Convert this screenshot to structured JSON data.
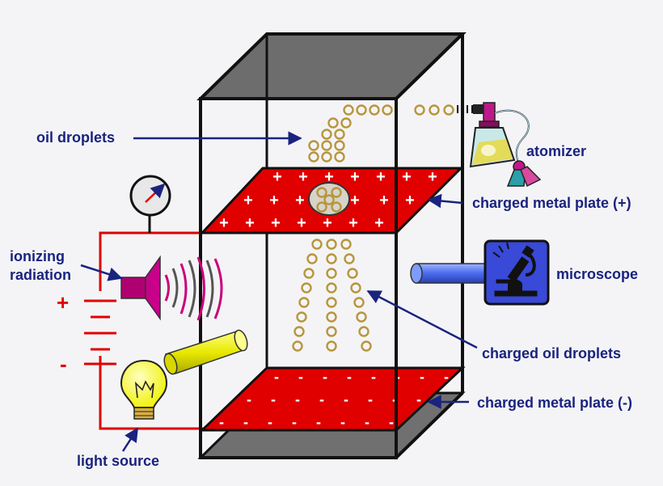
{
  "labels": {
    "oil_droplets": "oil droplets",
    "atomizer": "atomizer",
    "plate_positive": "charged metal plate (+)",
    "ionizing_radiation_line1": "ionizing",
    "ionizing_radiation_line2": "radiation",
    "microscope": "microscope",
    "charged_oil_droplets": "charged oil droplets",
    "plate_negative": "charged metal plate (-)",
    "light_source": "light source"
  },
  "battery": {
    "plus": "+",
    "minus": "-"
  },
  "plates": {
    "top_sign": "+",
    "bottom_sign": "-"
  },
  "colors": {
    "label_text": "#1a237e",
    "arrow": "#1a237e",
    "plate_red": "#e00000",
    "wire_red": "#e00000",
    "droplet_gold": "#b8963e",
    "lid_gray": "#6d6d6d",
    "microscope_blue": "#3949d8",
    "speaker_magenta": "#b00070",
    "bulb_yellow": "#f5f500"
  },
  "icons": [
    "gauge-icon",
    "speaker-icon",
    "light-bulb-icon",
    "microscope-icon",
    "atomizer-icon"
  ]
}
